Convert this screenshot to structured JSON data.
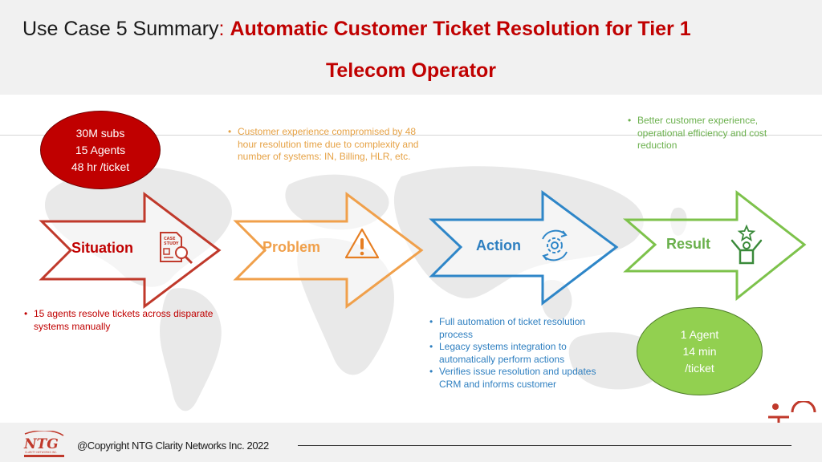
{
  "header": {
    "title_prefix": "Use Case 5 Summary",
    "title_colon": ":",
    "title_main": "Automatic Customer Ticket Resolution for Tier 1",
    "title_line2": "Telecom Operator"
  },
  "situation": {
    "label": "Situation",
    "oval": [
      "30M subs",
      "15 Agents",
      "48 hr /ticket"
    ],
    "icon_text": [
      "CASE",
      "STUDY"
    ],
    "bullets": [
      "15 agents resolve tickets across disparate systems manually"
    ],
    "color": "#c00000"
  },
  "problem": {
    "label": "Problem",
    "bullets": [
      "Customer experience compromised by 48 hour resolution time due to complexity and number of systems: IN, Billing, HLR, etc."
    ],
    "color": "#f0a04b"
  },
  "action": {
    "label": "Action",
    "bullets": [
      "Full automation of ticket resolution process",
      "Legacy systems integration to automatically perform actions",
      "Verifies issue resolution and updates CRM and informs customer"
    ],
    "color": "#2e7fc0"
  },
  "result": {
    "label": "Result",
    "oval": [
      "1 Agent",
      "14 min",
      "/ticket"
    ],
    "bullets": [
      "Better customer experience, operational efficiency and cost reduction"
    ],
    "color": "#6ab04c"
  },
  "footer": {
    "logo_text": "NTG",
    "logo_tagline": "CLARITY NETWORKS INC.",
    "copyright": "@Copyright NTG Clarity Networks Inc. 2022"
  }
}
